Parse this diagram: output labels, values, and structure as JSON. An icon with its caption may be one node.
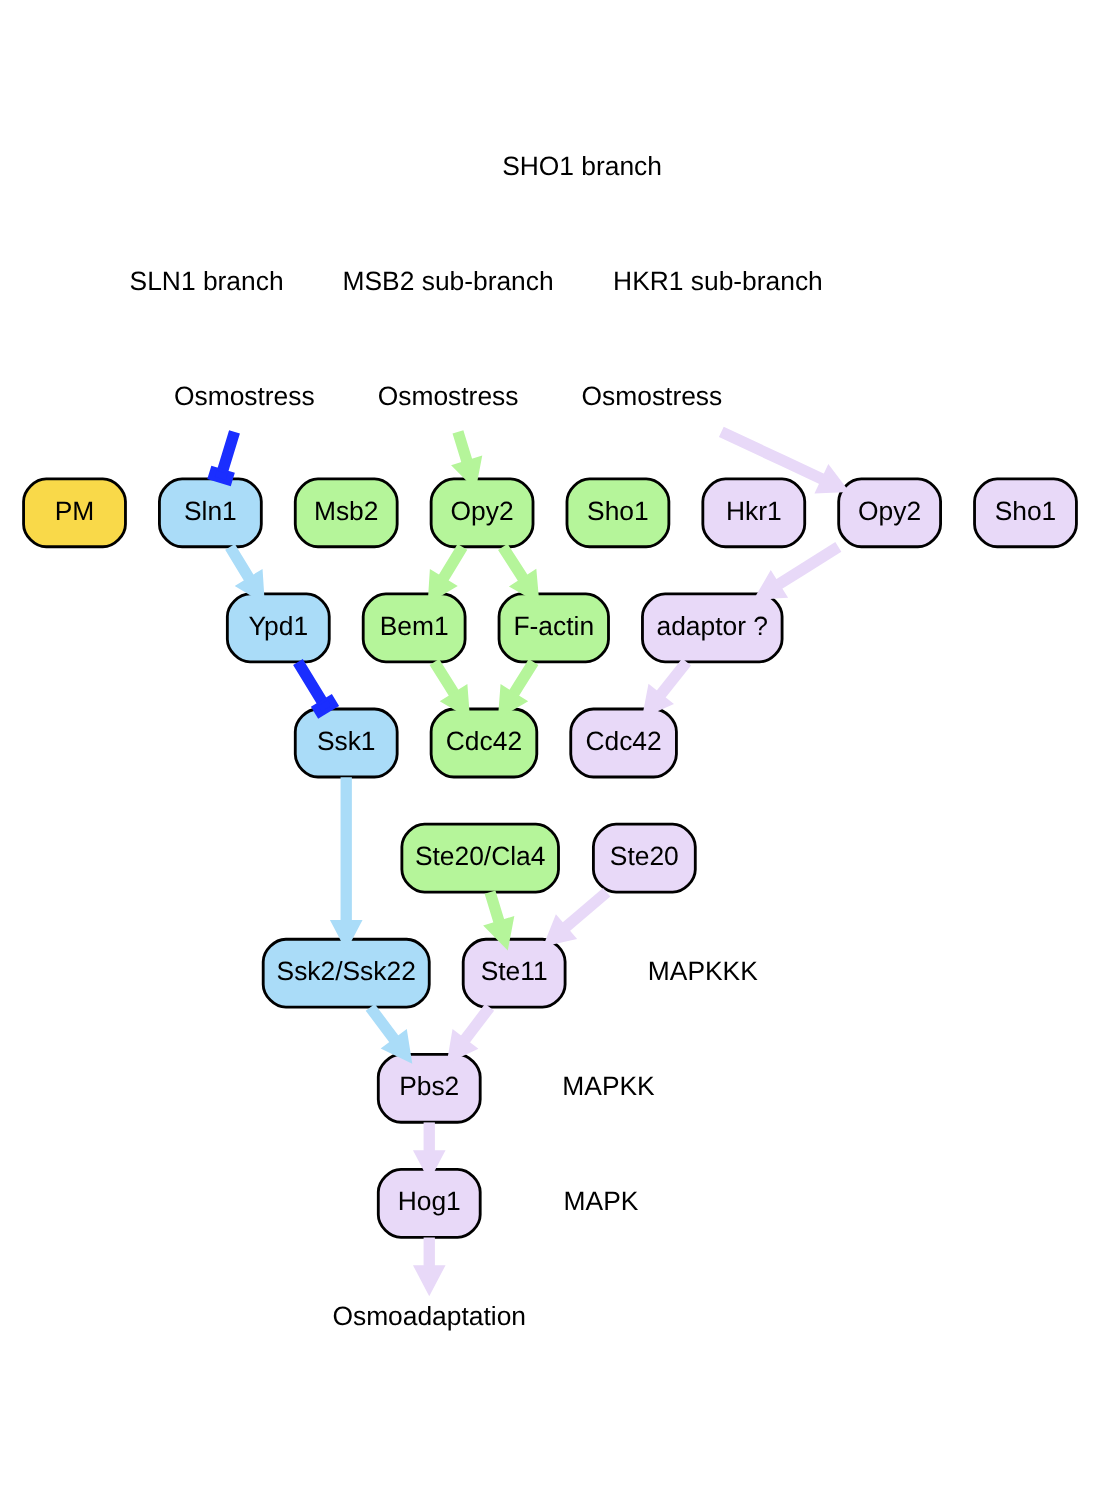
{
  "diagram": {
    "nodes": [
      {
        "text": [
          "Osmostress"
        ]
      },
      {
        "text": [
          "Osmostress"
        ]
      },
      {
        "text": [
          "Osmostress"
        ]
      },
      {
        "text": [
          "PM"
        ]
      },
      {
        "text": [
          "Sln1"
        ]
      },
      {
        "text": [
          "Msb2"
        ]
      },
      {
        "text": [
          "Opy2"
        ]
      },
      {
        "text": [
          "Sho1"
        ]
      },
      {
        "text": [
          "Hkr1"
        ]
      },
      {
        "text": [
          "Opy2"
        ]
      },
      {
        "text": [
          "Sho1"
        ]
      },
      {
        "text": [
          "Ypd1"
        ]
      },
      {
        "text": [
          "Bem1"
        ]
      },
      {
        "text": [
          "F-actin"
        ]
      },
      {
        "text": [
          "adaptor ?"
        ]
      },
      {
        "text": [
          "Ssk1"
        ]
      },
      {
        "text": [
          "Cdc42"
        ]
      },
      {
        "text": [
          "Ste20/Cla4"
        ]
      },
      {
        "text": [
          "Cdc42"
        ]
      },
      {
        "text": [
          "Ste20"
        ]
      },
      {
        "text": [
          "Ssk2/Ssk22"
        ]
      },
      {
        "text": [
          "Ste11"
        ],
        "beside": [
          "MAPKKK"
        ]
      },
      {
        "text": [
          "Pbs2"
        ],
        "beside": [
          "MAPKK"
        ]
      },
      {
        "text": [
          "Hog1"
        ],
        "beside": [
          "MAPK"
        ]
      },
      {
        "text": [
          "Osmoadaptation"
        ]
      }
    ],
    "edges": [
      {
        "from": 0,
        "to": 4,
        "arrow": "other",
        "color": "#1a2eff"
      },
      {
        "from": 1,
        "to": 6,
        "arrow": "to",
        "color": "#b5f59a"
      },
      {
        "from": 2,
        "to": 9,
        "arrow": "to",
        "color": "#e8d9f8"
      },
      {
        "from": 4,
        "to": 11,
        "arrow": "to",
        "color": "#aadcf8"
      },
      {
        "from": 6,
        "to": 12,
        "arrow": "to",
        "color": "#b5f59a"
      },
      {
        "from": 6,
        "to": 13,
        "arrow": "to",
        "color": "#b5f59a"
      },
      {
        "from": 9,
        "to": 14,
        "arrow": "to",
        "color": "#e8d9f8"
      },
      {
        "from": 11,
        "to": 15,
        "arrow": "other",
        "color": "#1a2eff"
      },
      {
        "from": 12,
        "to": 16,
        "arrow": "to",
        "color": "#b5f59a"
      },
      {
        "from": 13,
        "to": 16,
        "arrow": "to",
        "color": "#b5f59a"
      },
      {
        "from": 14,
        "to": 18,
        "arrow": "to",
        "color": "#e8d9f8"
      },
      {
        "from": 15,
        "to": 20,
        "arrow": "to",
        "color": "#aadcf8"
      },
      {
        "from": 17,
        "to": 21,
        "arrow": "to",
        "color": "#b5f59a"
      },
      {
        "from": 19,
        "to": 21,
        "arrow": "to",
        "color": "#e8d9f8"
      },
      {
        "from": 20,
        "to": 22,
        "arrow": "to",
        "color": "#aadcf8"
      },
      {
        "from": 21,
        "to": 22,
        "arrow": "to",
        "color": "#e8d9f8"
      },
      {
        "from": 22,
        "to": 23,
        "arrow": "to",
        "color": "#e8d9f8"
      },
      {
        "from": 23,
        "to": 24,
        "arrow": "to",
        "color": "#e8d9f8"
      }
    ],
    "labels": [
      "SHO1 branch",
      "SLN1 branch",
      "MSB2 sub-branch",
      "HKR1 sub-branch"
    ]
  }
}
